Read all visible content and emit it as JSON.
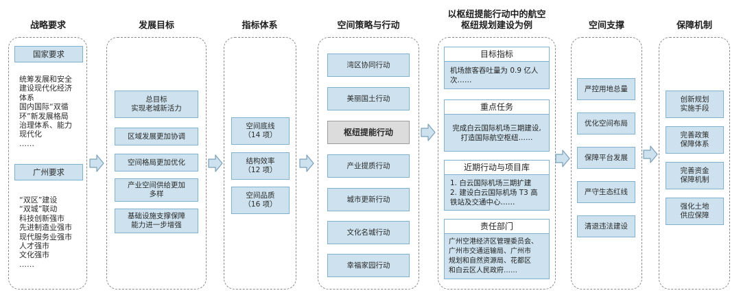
{
  "headers": {
    "strategy": "战略要求",
    "goals": "发展目标",
    "indicators": "指标体系",
    "spatial_actions": "空间策略与行动",
    "hub_example_line1": "以枢纽提能行动中的航空",
    "hub_example_line2": "枢纽规划建设为例",
    "spatial_support": "空间支撑",
    "guarantee": "保障机制"
  },
  "strategy": {
    "national_title": "国家要求",
    "national_lines": [
      "统筹发展和安全",
      "建设现代化经济",
      "体系",
      "国内国际“双循",
      "环”新发展格局",
      "治理体系、能力",
      "现代化",
      "……"
    ],
    "guangzhou_title": "广州要求",
    "guangzhou_lines": [
      "“双区”建设",
      "“双城”联动",
      "科技创新强市",
      "先进制造业强市",
      "现代服务业强市",
      "人才强市",
      "文化强市",
      "……"
    ]
  },
  "goals": {
    "main_line1": "总目标",
    "main_line2": "实现老城新活力",
    "items": [
      {
        "line1": "区域发展更加协调"
      },
      {
        "line1": "空间格局更加优化"
      },
      {
        "line1": "产业空间供给更加",
        "line2": "多样"
      },
      {
        "line1": "基础设施支撑保障",
        "line2": "能力进一步增强"
      }
    ]
  },
  "indicators": {
    "items": [
      {
        "name": "空间底线",
        "count": "（14 项）"
      },
      {
        "name": "结构效率",
        "count": "（12 项）"
      },
      {
        "name": "空间品质",
        "count": "（16 项）"
      }
    ]
  },
  "actions": {
    "items": [
      "湾区协同行动",
      "美丽国土行动",
      "枢纽提能行动",
      "产业提质行动",
      "城市更新行动",
      "文化名城行动",
      "幸福家园行动"
    ],
    "highlight_index": 2
  },
  "hub": {
    "target_title": "目标指标",
    "target_lines": [
      "机场旅客吞吐量为 0.9 亿人",
      "次……"
    ],
    "tasks_title": "重点任务",
    "tasks_lines": [
      "完成白云国际机场三期建设,",
      "打造国际航空枢纽……"
    ],
    "projects_title": "近期行动与项目库",
    "projects_lines": [
      "1. 白云国际机场三期扩建",
      "2. 建设白云国际机场 T3 高",
      "铁站及交通中心……"
    ],
    "departments_title": "责任部门",
    "departments_lines": [
      "广州空港经济区管理委员会、",
      "广州市交通运输局、广州市",
      "规划和自然资源局、花都区",
      "和白云区人民政府……"
    ]
  },
  "support": {
    "items": [
      "严控用地总量",
      "优化空间布局",
      "保障平台发展",
      "严守生态红线",
      "清退违法建设"
    ]
  },
  "guarantee": {
    "items": [
      {
        "line1": "创新规划",
        "line2": "实施手段"
      },
      {
        "line1": "完善政策",
        "line2": "保障体系"
      },
      {
        "line1": "完善资金",
        "line2": "保障机制"
      },
      {
        "line1": "强化土地",
        "line2": "供应保障"
      }
    ]
  },
  "colors": {
    "box_fill": "#cde2ee",
    "box_border": "#7fb0cc",
    "highlight_fill": "#dcdcdc",
    "arrow_fill": "#cde2ee",
    "arrow_stroke": "#7a9fb8"
  }
}
